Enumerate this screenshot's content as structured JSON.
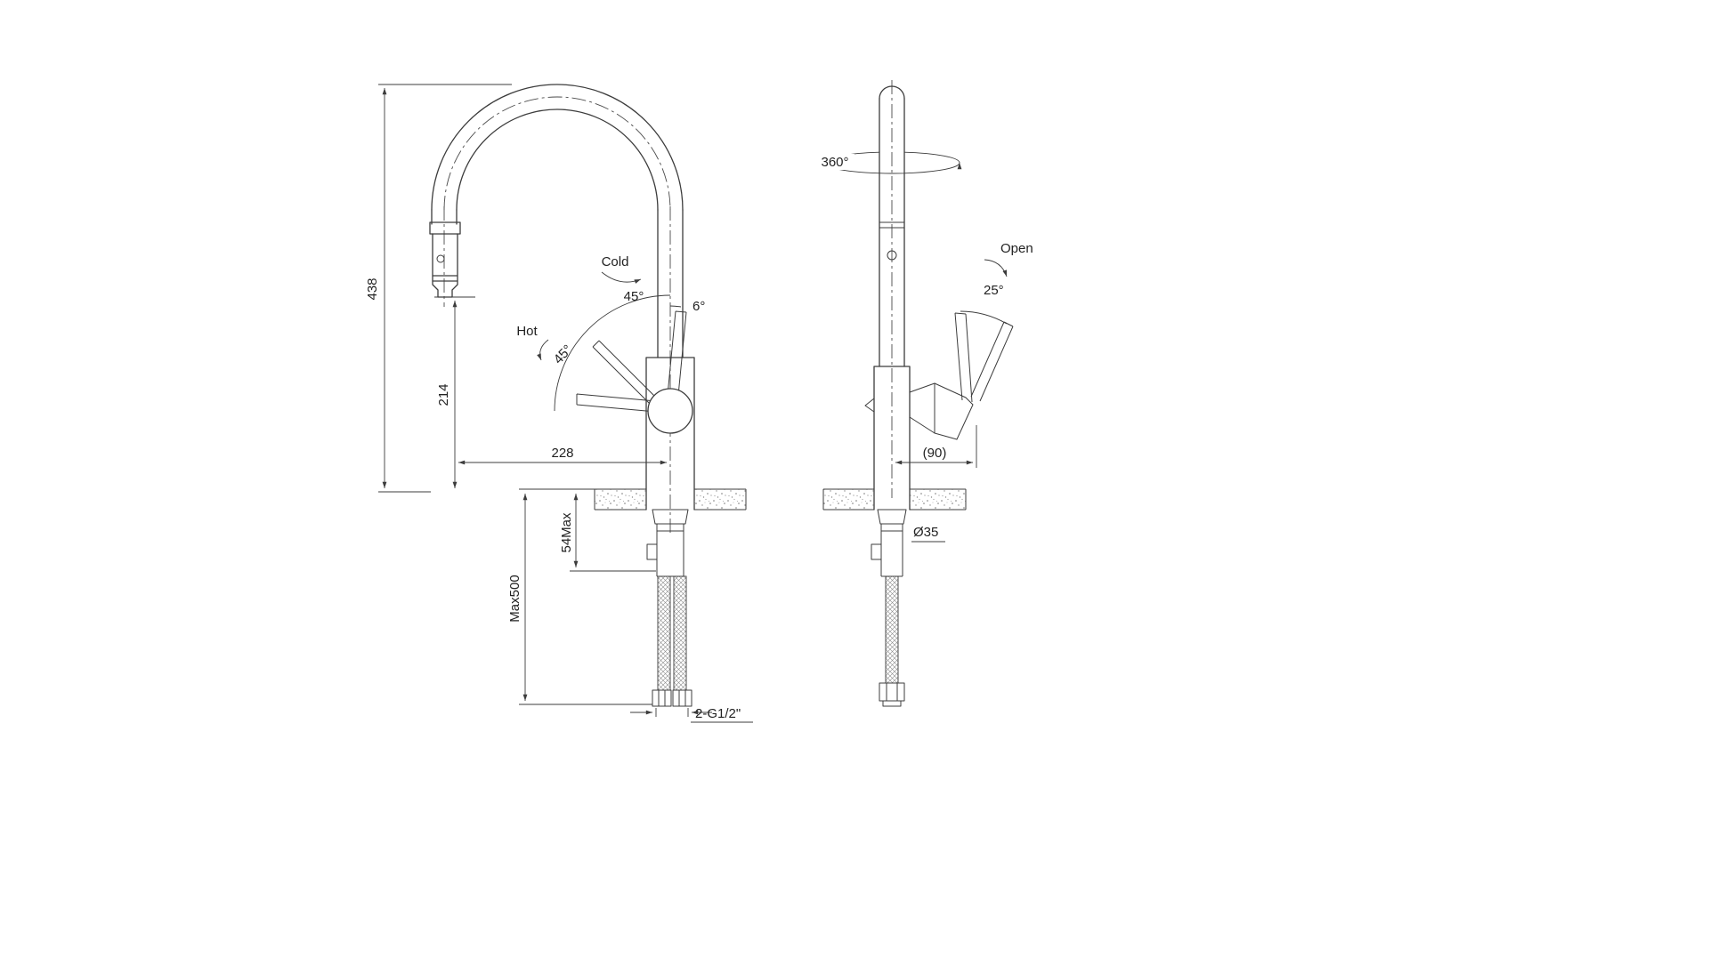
{
  "labels": {
    "total_height": "438",
    "spout_height": "214",
    "reach": "228",
    "deck_max": "54Max",
    "hose_max": "Max500",
    "thread": "2-G1/2\"",
    "cold": "Cold",
    "hot": "Hot",
    "cold_angle": "45°",
    "hot_angle": "45°",
    "tilt_angle": "6°",
    "rotation": "360°",
    "open": "Open",
    "open_angle": "25°",
    "side_offset": "(90)",
    "hole_diameter": "Ø35"
  },
  "colors": {
    "line": "#3c3c3c",
    "text": "#222222",
    "background": "#ffffff"
  }
}
